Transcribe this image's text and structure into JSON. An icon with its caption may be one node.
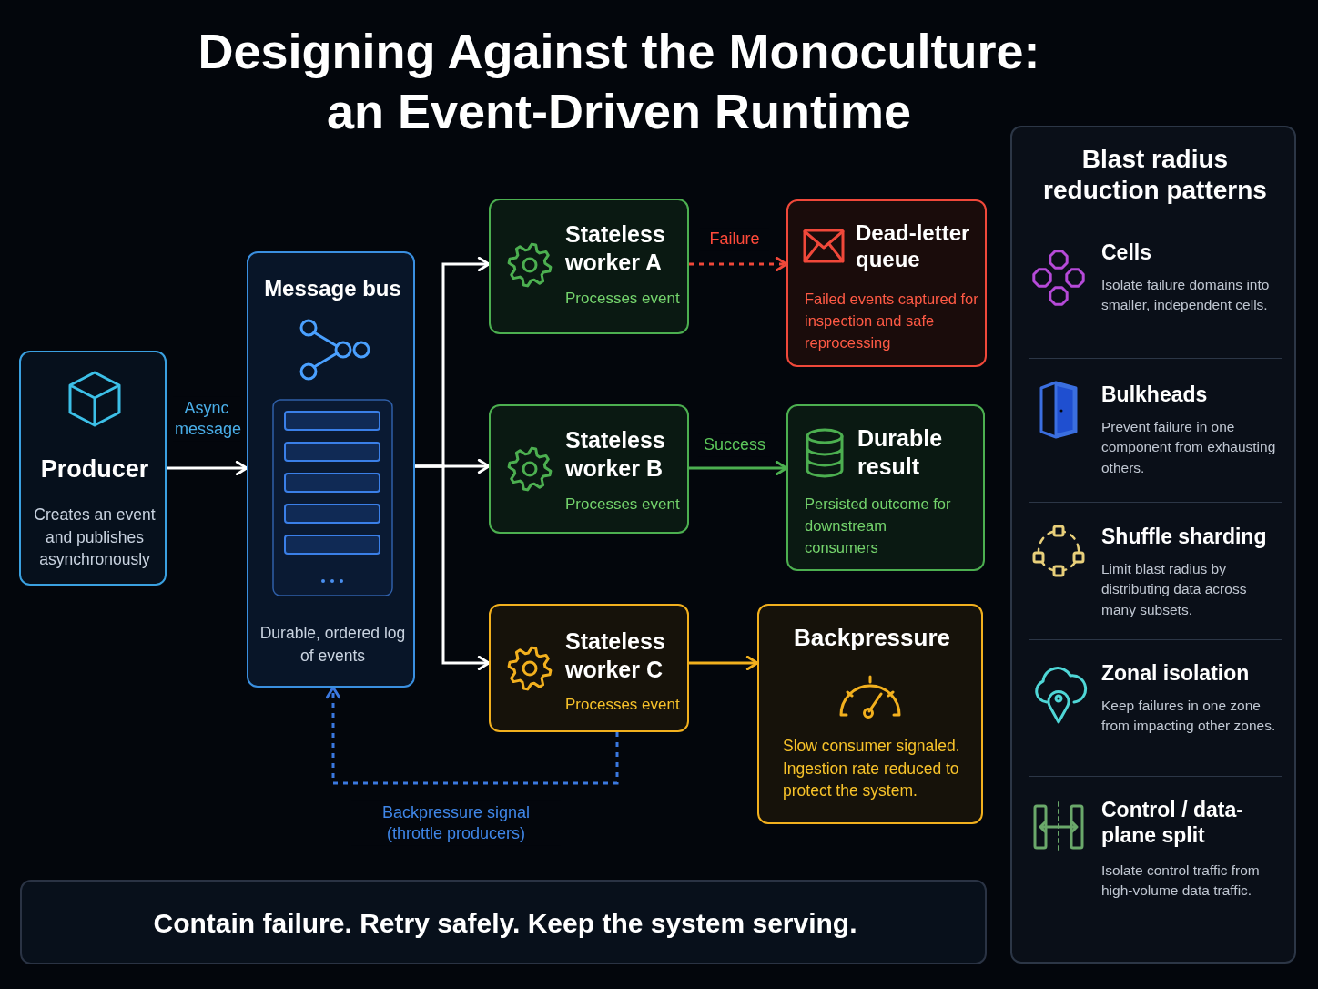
{
  "diagram": {
    "title": "Designing Against the Monoculture: an Event-Driven Runtime",
    "nodes": [
      {
        "text": [
          "Producer",
          "Creates an event and publishes asynchronously"
        ]
      },
      {
        "text": [
          "Message bus",
          "Durable, ordered log of events"
        ]
      },
      {
        "text": [
          "Stateless worker A",
          "Processes event"
        ]
      },
      {
        "text": [
          "Dead-letter queue",
          "Failed events captured for inspection and safe reprocessing"
        ]
      },
      {
        "text": [
          "Stateless worker B",
          "Processes event"
        ]
      },
      {
        "text": [
          "Durable result",
          "Persisted outcome for downstream consumers"
        ]
      },
      {
        "text": [
          "Stateless worker C",
          "Processes event"
        ]
      },
      {
        "text": [
          "Backpressure",
          "Slow consumer signaled. Ingestion rate reduced to protect the system."
        ]
      },
      {
        "text": [
          "Blast radius reduction patterns"
        ]
      },
      {
        "text": [
          "Cells",
          "Isolate failure domains into smaller, independent cells."
        ],
        "in": 8
      },
      {
        "text": [
          "Bulkheads",
          "Prevent failure in one component from exhausting others."
        ],
        "in": 8
      },
      {
        "text": [
          "Shuffle sharding",
          "Limit blast radius by distributing data across many subsets."
        ],
        "in": 8
      },
      {
        "text": [
          "Zonal isolation",
          "Keep failures in one zone from impacting other zones."
        ],
        "in": 8
      },
      {
        "text": [
          "Control / data-plane split",
          "Isolate control traffic from high-volume data traffic."
        ],
        "in": 8
      },
      {
        "text": [
          "Contain failure. Retry safely. Keep the system serving."
        ]
      }
    ],
    "edges": [
      {
        "from": 0,
        "to": 1,
        "arrow": "to",
        "label": "Async message"
      },
      {
        "from": 1,
        "to": 2,
        "arrow": "to"
      },
      {
        "from": 1,
        "to": 4,
        "arrow": "to"
      },
      {
        "from": 1,
        "to": 6,
        "arrow": "to"
      },
      {
        "from": 2,
        "to": 3,
        "arrow": "to",
        "label": "Failure",
        "style": "dashed",
        "color": "#f0483a"
      },
      {
        "from": 4,
        "to": 5,
        "arrow": "to",
        "label": "Success",
        "color": "#4caf50"
      },
      {
        "from": 6,
        "to": 7,
        "arrow": "to",
        "color": "#f2b01e"
      },
      {
        "from": 6,
        "to": 1,
        "arrow": "to",
        "label": "Backpressure signal (throttle producers)",
        "style": "dashed",
        "color": "#3b78e0"
      }
    ]
  }
}
